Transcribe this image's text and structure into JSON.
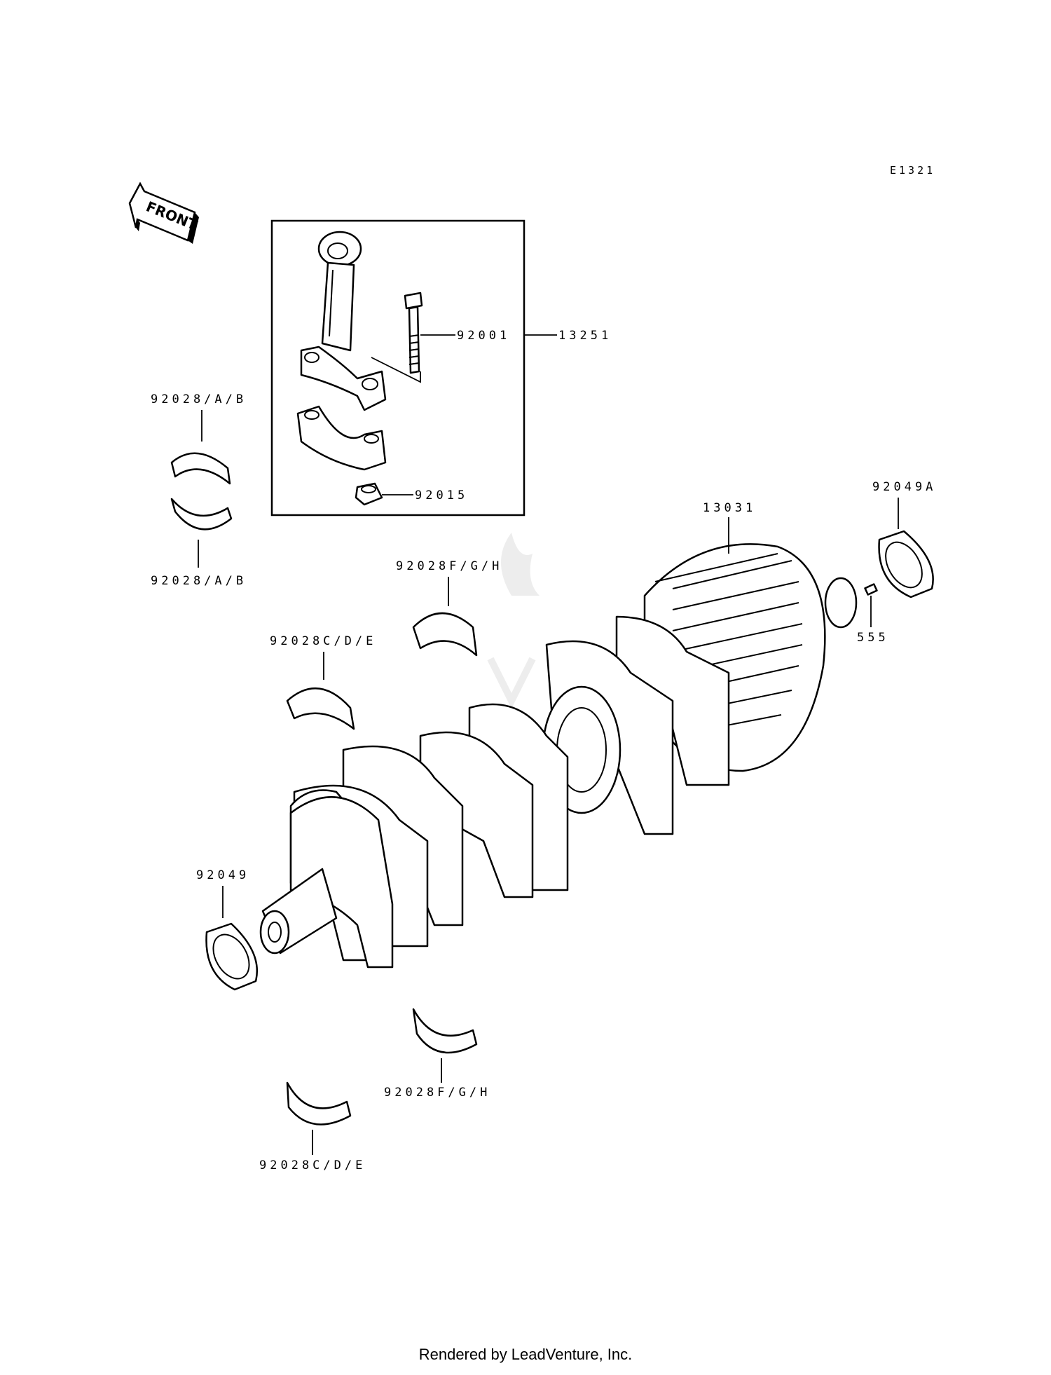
{
  "diagram": {
    "code": "E1321",
    "front_label": "FRONT",
    "watermark": "LEADVENTURE",
    "labels": {
      "p13251": "13251",
      "p92001": "92001",
      "p92015": "92015",
      "p92028ab_top": "92028/A/B",
      "p92028ab_bot": "92028/A/B",
      "p92028fgh_top": "92028F/G/H",
      "p92028cde_top": "92028C/D/E",
      "p13031": "13031",
      "p92049a": "92049A",
      "p555": "555",
      "p92049": "92049",
      "p92028fgh_bot": "92028F/G/H",
      "p92028cde_bot": "92028C/D/E"
    }
  },
  "footer": "Rendered by LeadVenture, Inc."
}
